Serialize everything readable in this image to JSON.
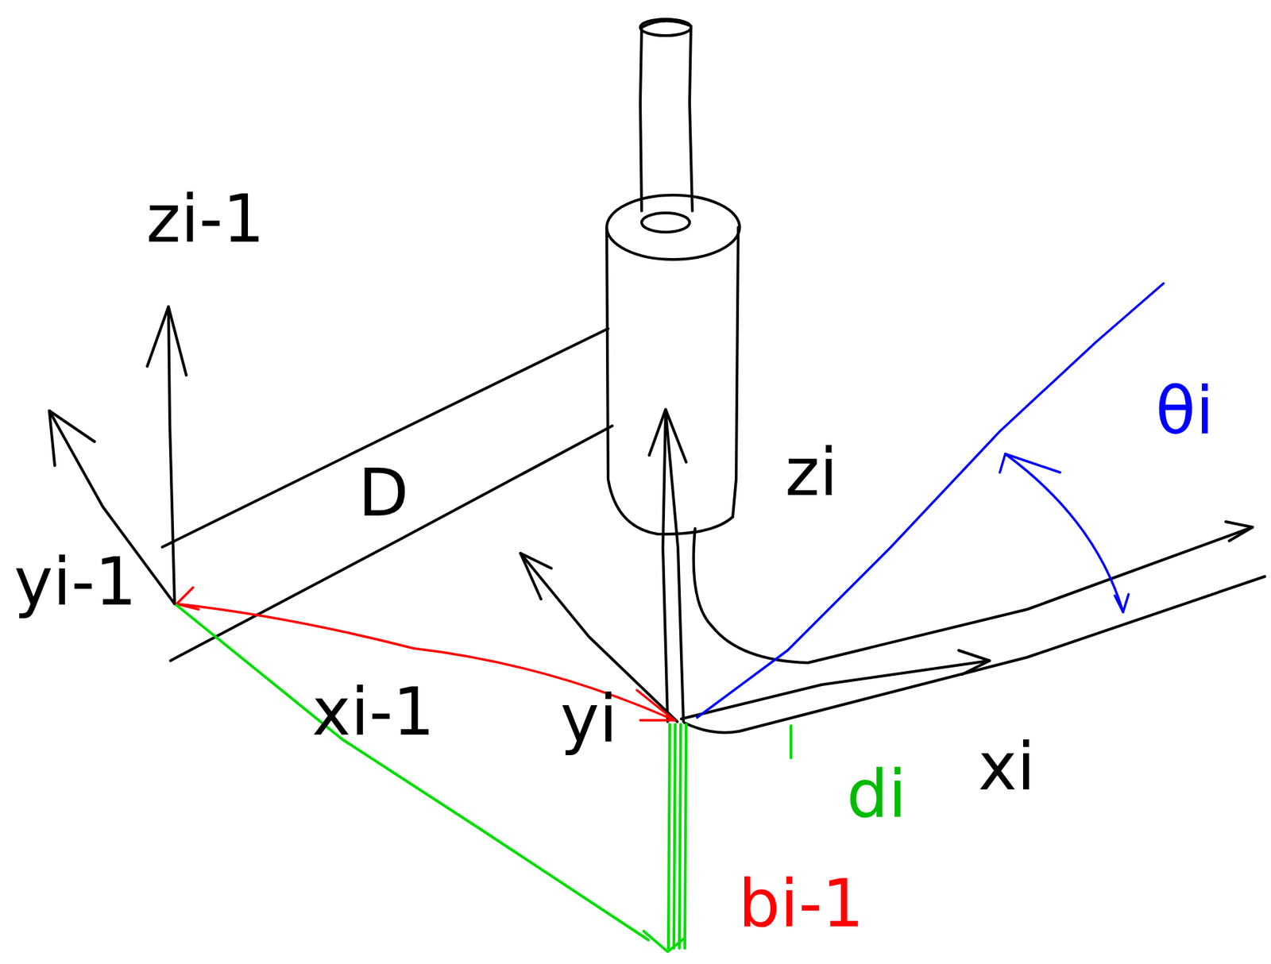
{
  "diagram": {
    "labels": [
      "zi-1",
      "yi-1",
      "xi-1",
      "D",
      "zi",
      "yi",
      "xi",
      "θi",
      "di",
      "bi-1"
    ]
  }
}
